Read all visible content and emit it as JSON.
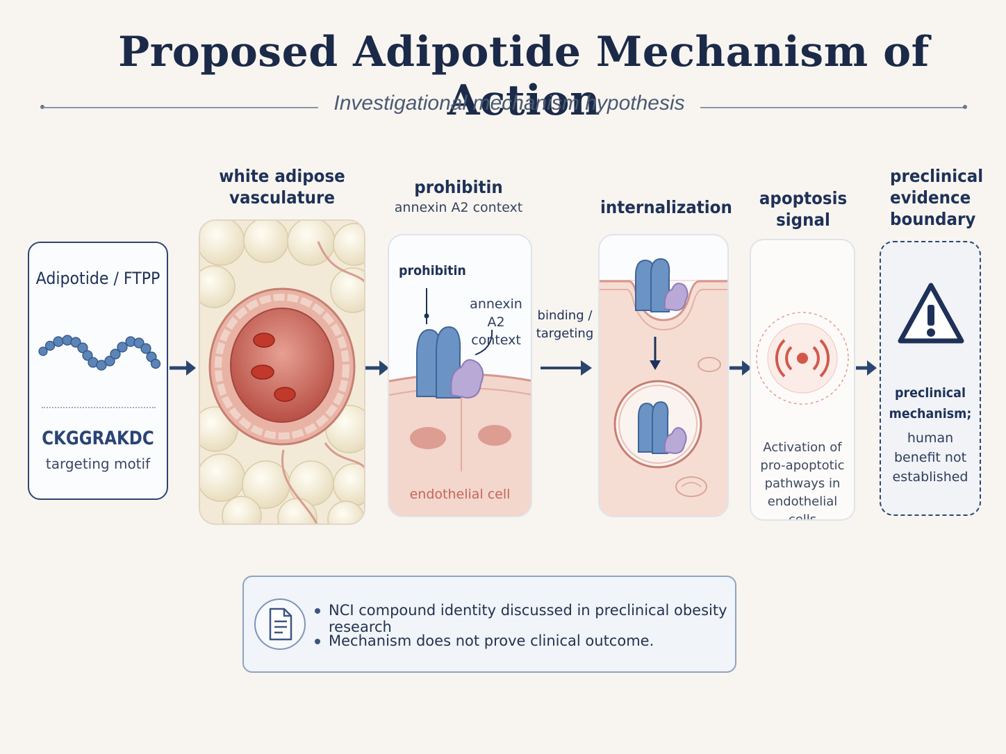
{
  "header": {
    "title": "Proposed Adipotide Mechanism of Action",
    "subtitle": "Investigational mechanism hypothesis"
  },
  "steps": {
    "agent": {
      "name": "Adipotide / FTPP",
      "motif": "CKGGRAKDC",
      "motif_caption": "targeting motif"
    },
    "vasculature": {
      "label": "white adipose vasculature"
    },
    "receptor": {
      "label": "prohibitin",
      "sublabel": "annexin A2 context",
      "callout_prohibitin": "prohibitin",
      "callout_annexin": "annexin A2 context",
      "cell_label": "endothelial cell",
      "arrow_label": "binding / targeting"
    },
    "internalization": {
      "label": "internalization"
    },
    "apoptosis": {
      "label": "apoptosis signal",
      "description": "Activation of pro-apoptotic pathways in endothelial cells"
    },
    "boundary": {
      "label": "preclinical evidence boundary",
      "note_bold": "preclinical mechanism;",
      "note": "human benefit not established"
    }
  },
  "notes": [
    "NCI compound identity discussed in preclinical obesity research",
    "Mechanism does not prove clinical outcome."
  ],
  "colors": {
    "navy": "#1e3158",
    "vessel": "#d98a80",
    "blood_cell": "#c0392b",
    "receptor_blue": "#6b93c4",
    "annexin_purple": "#b8a9d6",
    "apoptosis_red": "#d3584a"
  }
}
